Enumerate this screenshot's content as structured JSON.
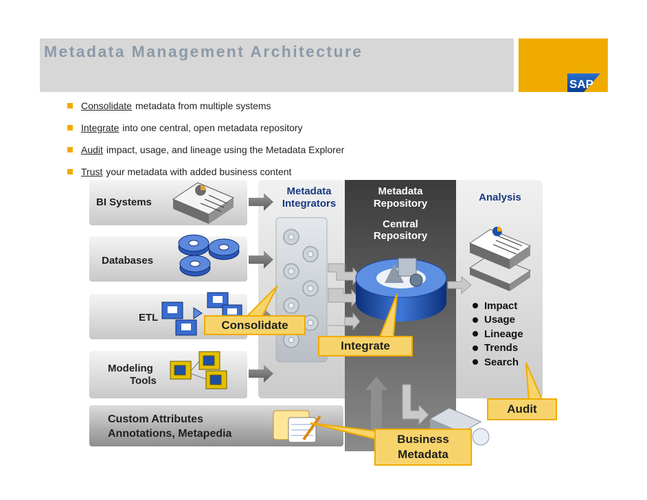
{
  "header": {
    "title": "Metadata Management Architecture",
    "logo_text": "SAP"
  },
  "bullets": [
    {
      "keyword": "Consolidate",
      "text": "metadata from multiple systems"
    },
    {
      "keyword": "Integrate",
      "text": "into one central, open metadata repository"
    },
    {
      "keyword": "Audit",
      "text": "impact, usage, and lineage using the Metadata Explorer"
    },
    {
      "keyword": "Trust",
      "text": "your metadata with added business content"
    }
  ],
  "sources": {
    "bi_systems": "BI Systems",
    "databases": "Databases",
    "etl": "ETL",
    "modeling_line1": "Modeling",
    "modeling_line2": "Tools",
    "custom_line1": "Custom Attributes",
    "custom_line2": "Annotations, Metapedia"
  },
  "columns": {
    "integrators_line1": "Metadata",
    "integrators_line2": "Integrators",
    "repository_line1": "Metadata",
    "repository_line2": "Repository",
    "central_line1": "Central",
    "central_line2": "Repository",
    "analysis": "Analysis"
  },
  "analysis_items": [
    "Impact",
    "Usage",
    "Lineage",
    "Trends",
    "Search"
  ],
  "callouts": {
    "consolidate": "Consolidate",
    "integrate": "Integrate",
    "audit": "Audit",
    "business_line1": "Business",
    "business_line2": "Metadata"
  },
  "colors": {
    "accent": "#f0ab00",
    "callout_fill": "#f7d46b",
    "heading_blue": "#173a80",
    "title_gray": "#8c9aa9"
  }
}
